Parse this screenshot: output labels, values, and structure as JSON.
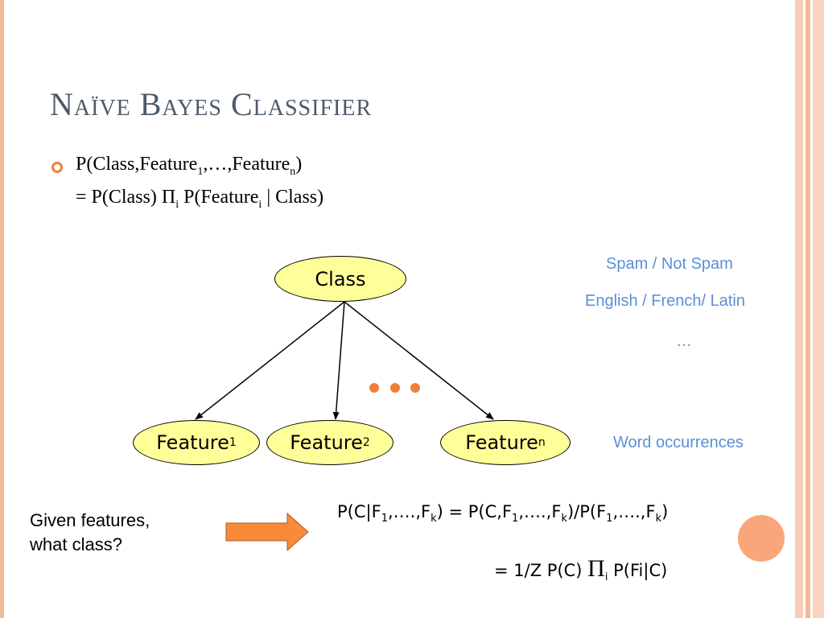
{
  "slide": {
    "title": "Naïve Bayes Classifier",
    "bullet": {
      "line1_prefix": "P(Class,Feature",
      "line1_sub1": "1",
      "line1_mid": ",…,Feature",
      "line1_subn": "n",
      "line1_suffix": ")",
      "line2_prefix": "= P(Class) ",
      "line2_pi": "Π",
      "line2_pi_sub": "i",
      "line2_mid": " P(Feature",
      "line2_sub": "i",
      "line2_suffix": " | Class)"
    },
    "diagram": {
      "class_node": "Class",
      "feature_nodes": [
        {
          "label": "Feature",
          "sub": "1"
        },
        {
          "label": "Feature",
          "sub": "2"
        },
        {
          "label": "Feature",
          "sub": "n"
        }
      ]
    },
    "annotations": {
      "class_examples": [
        "Spam / Not Spam",
        "English / French/ Latin",
        "…"
      ],
      "feature_examples": "Word occurrences"
    },
    "question": {
      "line1": "Given features,",
      "line2": "what class?"
    },
    "equation1": {
      "p1": "P(C|F",
      "s1": "1",
      "p2": ",….,F",
      "s2": "k",
      "p3": ") = P(C,F",
      "s3": "1",
      "p4": ",….,F",
      "s4": "k",
      "p5": ")/P(F",
      "s5": "1",
      "p6": ",….,F",
      "s6": "k",
      "p7": ")"
    },
    "equation2": {
      "prefix": "= 1/Z P(C) ",
      "pi": "Π",
      "pi_sub": "i",
      "suffix": " P(Fi|C)"
    },
    "colors": {
      "accent": "#f07f3a",
      "title": "#4d5a6b",
      "node_fill": "#ffff99",
      "annotation": "#5b8fd6",
      "arrow_fill": "#f98a3a"
    }
  }
}
